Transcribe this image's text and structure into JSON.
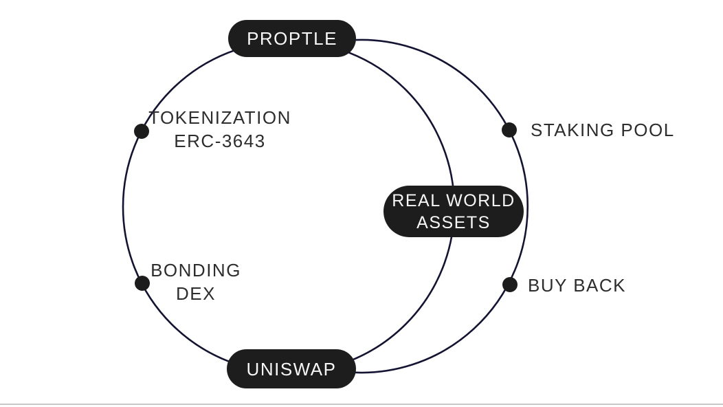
{
  "diagram": {
    "nodes": [
      {
        "id": "proptle",
        "label": "PROPTLE"
      },
      {
        "id": "real-world-assets",
        "lines": [
          "REAL WORLD",
          "ASSETS"
        ]
      },
      {
        "id": "uniswap",
        "label": "UNISWAP"
      }
    ],
    "points": [
      {
        "id": "tokenization",
        "lines": [
          "TOKENIZATION",
          "ERC-3643"
        ]
      },
      {
        "id": "staking-pool",
        "label": "STAKING POOL"
      },
      {
        "id": "bonding-dex",
        "lines": [
          "BONDING",
          "DEX"
        ]
      },
      {
        "id": "buy-back",
        "label": "BUY BACK"
      }
    ],
    "colors": {
      "curve_stroke": "#141432",
      "node_background": "#1d1d1d",
      "node_text": "#f7f7f7",
      "label_text": "#2d2d2d",
      "dot_fill": "#1c1c1c",
      "divider": "#c8c8c8"
    }
  }
}
